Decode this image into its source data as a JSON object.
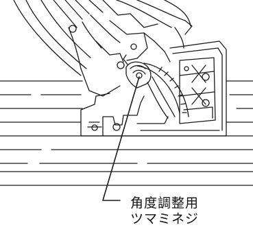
{
  "diagram": {
    "callout": {
      "line1": "角度調整用",
      "line2": "ツマミネジ",
      "target": "bevel-angle-adjustment-knob"
    },
    "colors": {
      "stroke": "#1a1a1a",
      "background": "#ffffff"
    }
  }
}
